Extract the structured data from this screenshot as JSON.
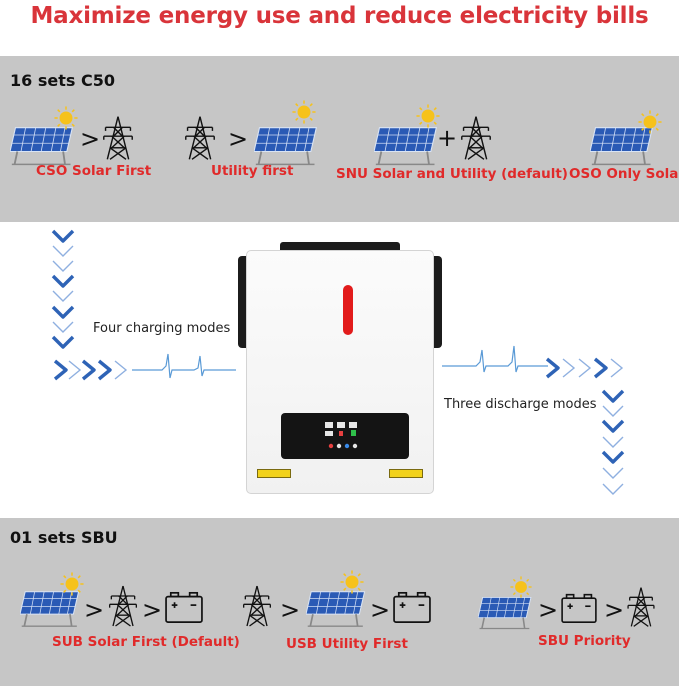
{
  "title": "Maximize energy use and reduce electricity bills",
  "top_panel": {
    "heading": "16 sets C50",
    "modes": [
      {
        "label": "CSO Solar First"
      },
      {
        "label": "Utility first"
      },
      {
        "label": "SNU Solar and Utility (default)"
      },
      {
        "label": "OSO Only Solar"
      }
    ]
  },
  "middle": {
    "charging_label": "Four charging modes",
    "discharge_label": "Three discharge modes"
  },
  "bottom_panel": {
    "heading": "01 sets SBU",
    "modes": [
      {
        "label": "SUB Solar First (Default)"
      },
      {
        "label": "USB Utility First"
      },
      {
        "label": "SBU Priority"
      }
    ]
  },
  "operators": {
    "greater": ">",
    "plus": "+"
  },
  "colors": {
    "title": "#d9343a",
    "label": "#e02a2a",
    "panel": "#c6c6c6",
    "arrow": "#2e63b6",
    "wave": "#5a9ad6",
    "inverter_light": "#e21b1b"
  },
  "icons": [
    "solar-panel-icon",
    "sun-icon",
    "power-tower-icon",
    "battery-icon",
    "inverter-icon"
  ]
}
